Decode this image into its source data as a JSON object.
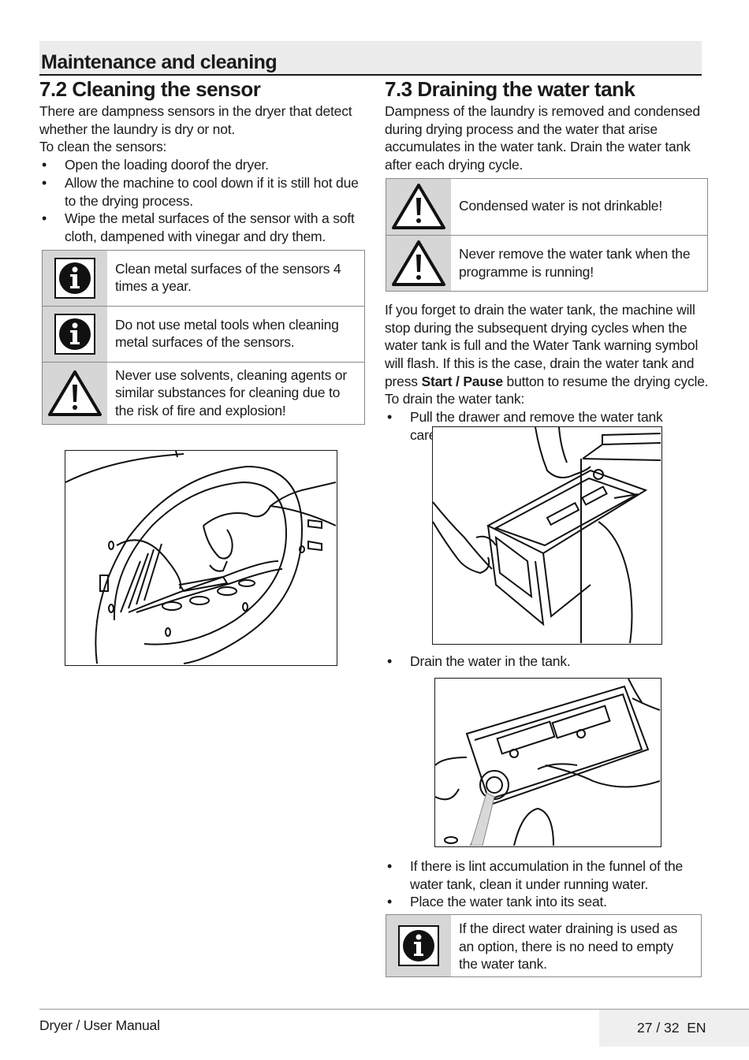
{
  "header": {
    "title": "Maintenance and cleaning"
  },
  "left": {
    "heading": "7.2 Cleaning the sensor",
    "intro": "There are dampness sensors in the dryer that detect whether the laundry is dry or not.",
    "lead": "To clean the sensors:",
    "steps": [
      "Open the loading doorof the dryer.",
      "Allow the machine to cool down if it is still hot due to the drying process.",
      "Wipe the metal surfaces of the sensor with a soft cloth, dampened with vinegar and dry them."
    ],
    "notices": [
      {
        "icon": "info-icon",
        "text": "Clean metal surfaces of the sensors 4 times a year."
      },
      {
        "icon": "info-icon",
        "text": "Do not use metal tools when cleaning metal surfaces of the sensors."
      },
      {
        "icon": "warning-icon",
        "text": "Never use solvents, cleaning agents or similar substances for cleaning due to the risk of fire and explosion!"
      }
    ]
  },
  "right": {
    "heading": "7.3 Draining the water tank",
    "intro": "Dampness of the laundry is removed and condensed during drying process and the water that arise accumulates in the water tank. Drain the water tank after each drying cycle.",
    "warnings": [
      {
        "icon": "warning-icon",
        "text": "Condensed water is not drinkable!"
      },
      {
        "icon": "warning-icon",
        "text": "Never remove the water tank when the programme is running!"
      }
    ],
    "para1": "If you forget to drain the water tank, the machine will stop during the subsequent drying cycles when the water tank is full and the Water Tank warning symbol will flash. If this is the case, drain the water tank and press ",
    "para1_bold": "Start / Pause",
    "para1_end": " button to resume the drying cycle.",
    "lead": "To drain the water tank:",
    "step1": "Pull the drawer and remove the water tank carefully.",
    "step2": "Drain the water in the tank.",
    "steps_after": [
      "If there is lint accumulation in the funnel of the water tank, clean it under running water.",
      "Place the water tank into its seat."
    ],
    "notice": {
      "icon": "info-icon",
      "text": "If the direct water draining is used as an option, there is no need to empty the water tank."
    }
  },
  "footer": {
    "left": "Dryer / User Manual",
    "right": "27 / 32  EN"
  }
}
